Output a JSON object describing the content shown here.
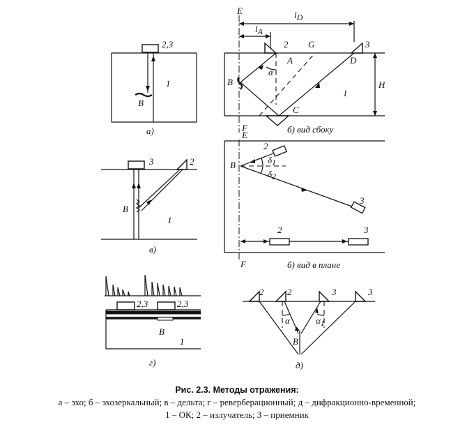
{
  "caption": {
    "title": "Рис. 2.3. Методы отражения:",
    "line1": "а – эхо; б – эхозеркальный; в – дельта; г – реверберационный; д – дифракционно-временной;",
    "line2": "1 – ОК; 2 – излучатель; 3 – приемник"
  },
  "panels": {
    "a": {
      "caption": "а)",
      "probe_label": "2,3",
      "object_label": "1",
      "flaw_label": "B"
    },
    "b_side": {
      "caption": "б)  вид сбоку",
      "E": "E",
      "F": "F",
      "l_D": "l",
      "l_D_sub": "D",
      "l_A": "l",
      "l_A_sub": "A",
      "probe2": "2",
      "probe3": "3",
      "G": "G",
      "A": "A",
      "D": "D",
      "B": "B",
      "C": "C",
      "alpha": "α",
      "H": "H",
      "object_label": "1"
    },
    "b_plan": {
      "caption": "б)  вид в плане",
      "E": "E",
      "F": "F",
      "B": "B",
      "delta1": "δ",
      "delta1_sub": "1",
      "delta2": "δ",
      "delta2_sub": "2",
      "probe2_top": "2",
      "probe3_mid": "3",
      "probe2_bottom": "2",
      "probe3_bottom": "3"
    },
    "v": {
      "caption": "в)",
      "probe3": "3",
      "probe2": "2",
      "flaw_label": "B",
      "object_label": "1"
    },
    "g": {
      "caption": "г)",
      "probe_left": "2,3",
      "probe_right": "2,3",
      "flaw_label": "B",
      "object_label": "1"
    },
    "d": {
      "caption": "д)",
      "probe2a": "2",
      "probe2b": "2",
      "probe3a": "3",
      "probe3b": "3",
      "alpha": "α",
      "alpha1": "α",
      "alpha1_sub": "1",
      "flaw_label": "B"
    }
  }
}
